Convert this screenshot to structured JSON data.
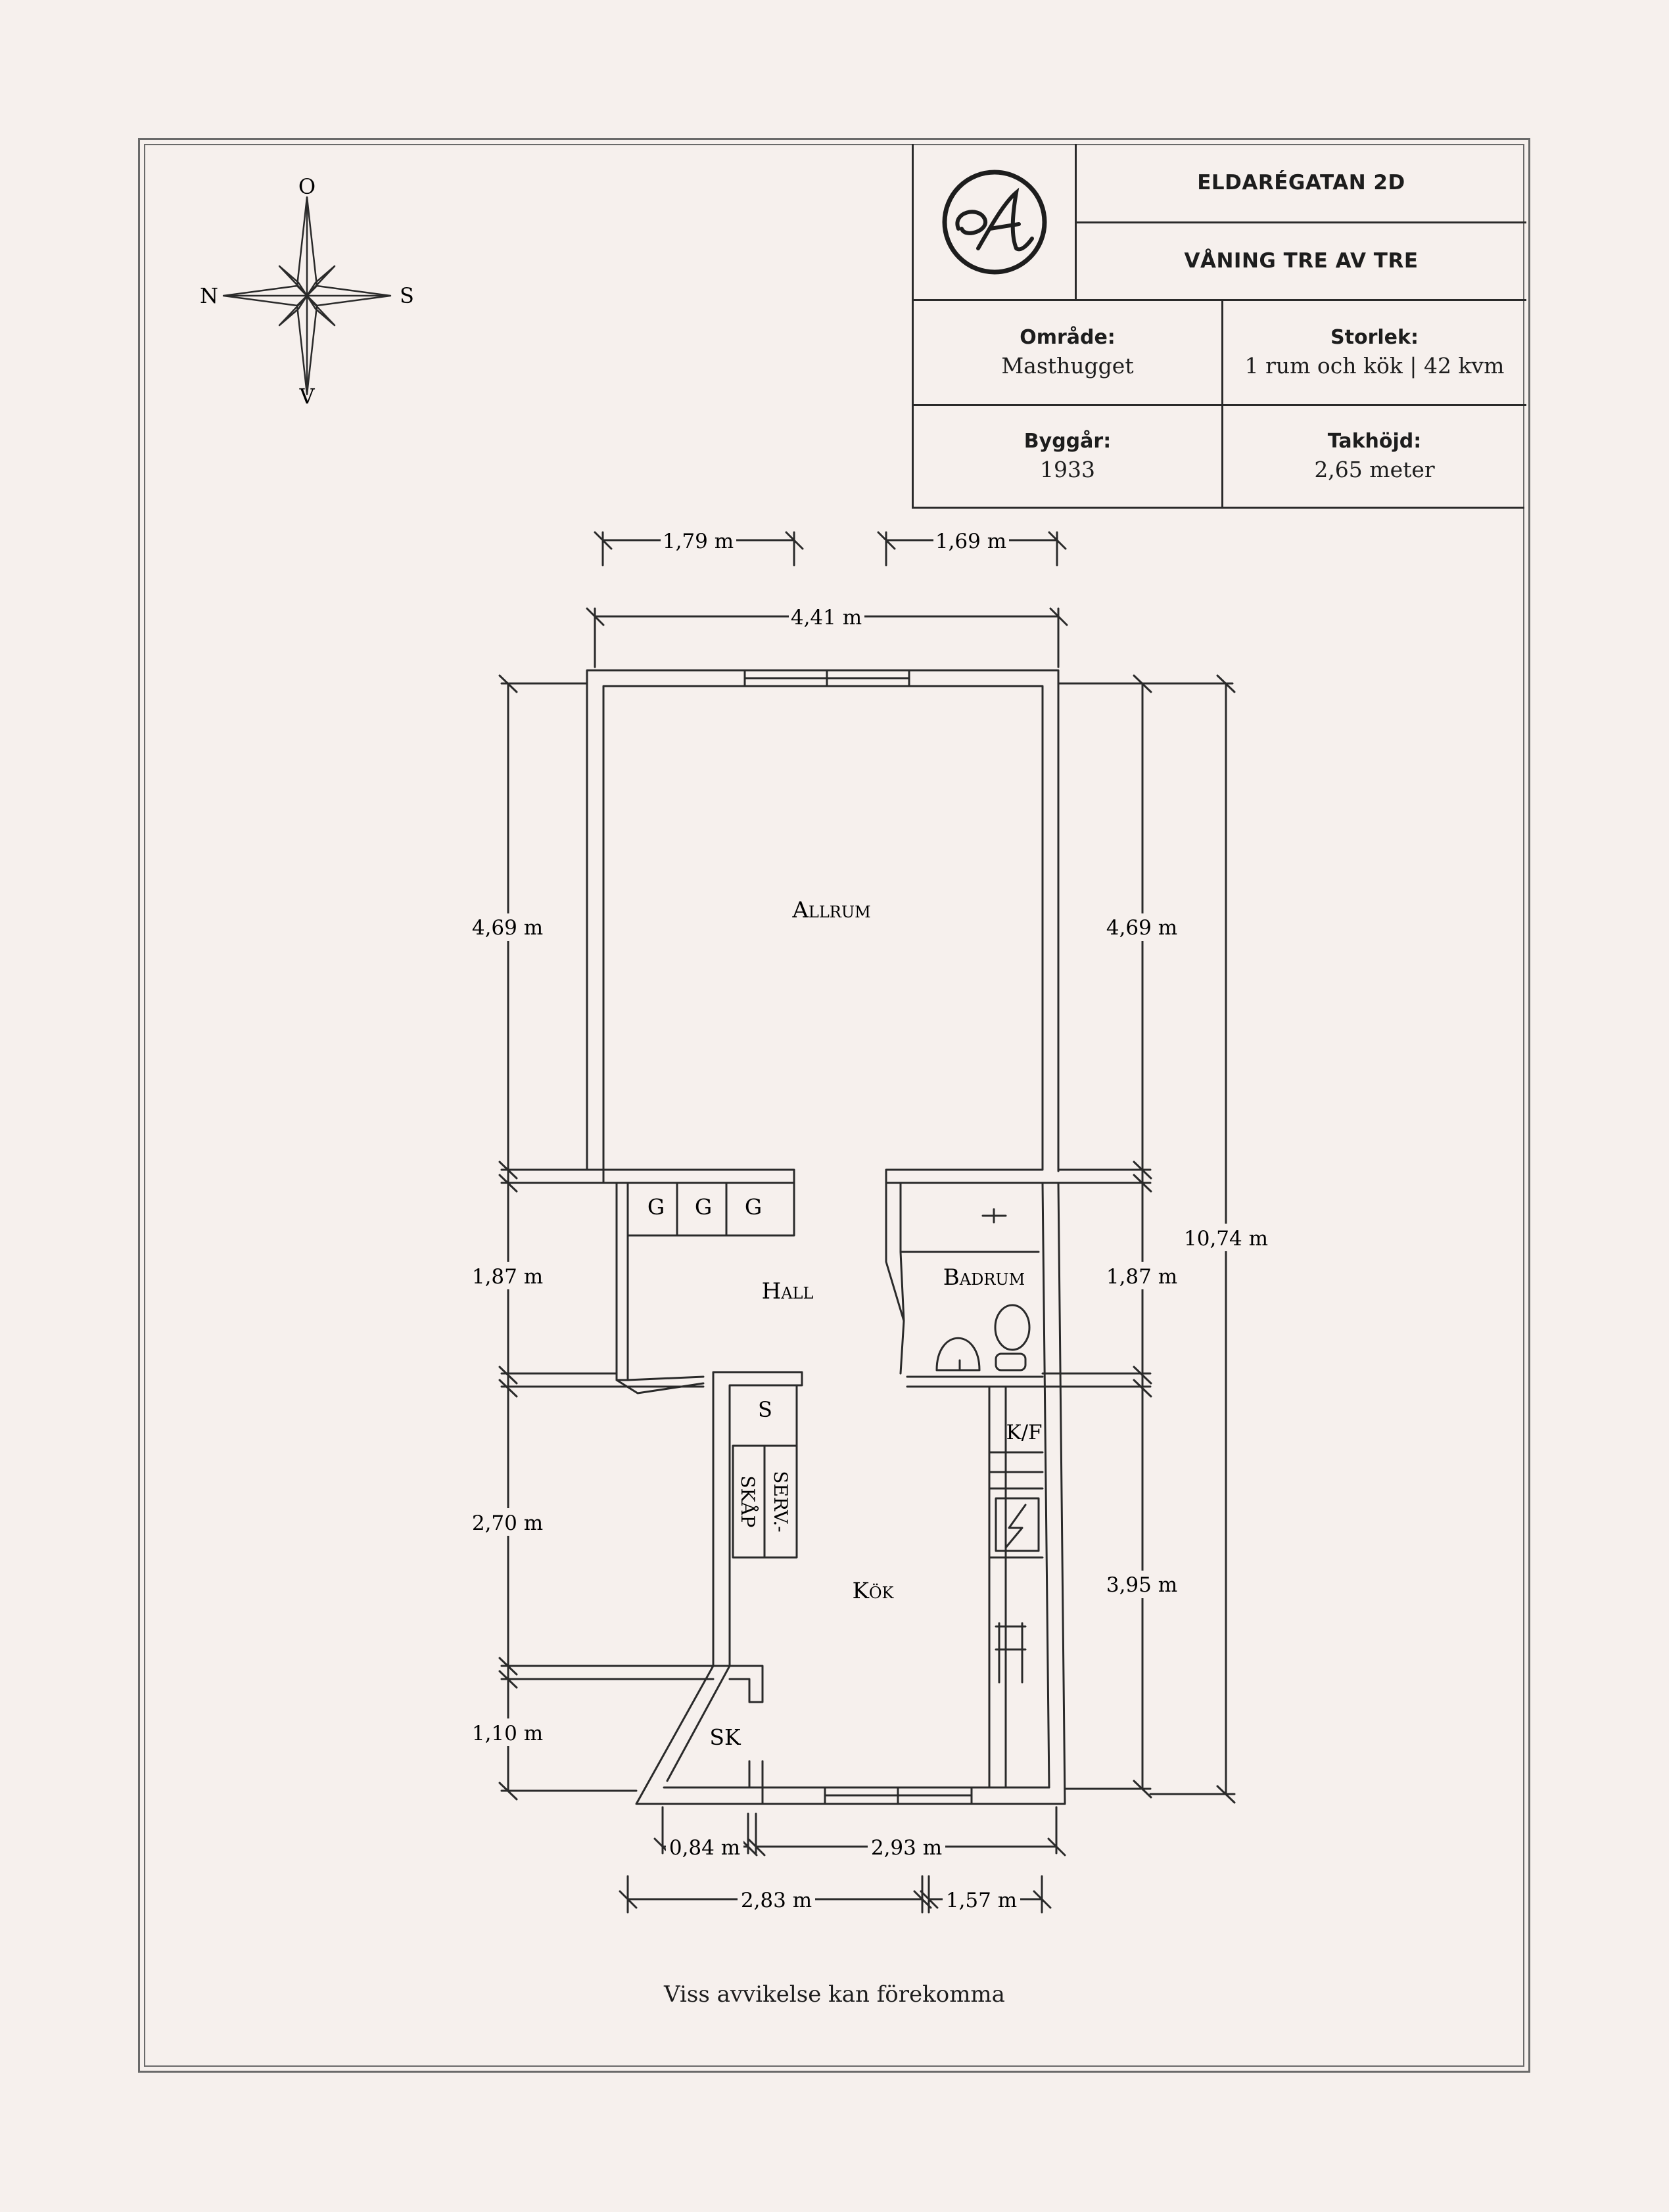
{
  "title_block": {
    "address": "ELDARÉGATAN 2D",
    "floor": "VÅNING TRE AV TRE",
    "area_label": "Område:",
    "area_value": "Masthugget",
    "size_label": "Storlek:",
    "size_value": "1 rum och kök | 42 kvm",
    "year_label": "Byggår:",
    "year_value": "1933",
    "height_label": "Takhöjd:",
    "height_value": "2,65 meter"
  },
  "compass": {
    "top": "Ö",
    "left": "N",
    "right": "S",
    "bottom": "V"
  },
  "rooms": {
    "allrum": "Allrum",
    "hall": "Hall",
    "badrum": "Badrum",
    "kok": "Kök",
    "sk": "SK",
    "g1": "G",
    "g2": "G",
    "g3": "G",
    "s": "S",
    "kf": "K/F",
    "servskap_1": "SERV.-",
    "servskap_2": "SKÅP"
  },
  "dimensions": {
    "top_left": "1,79 m",
    "top_right": "1,69 m",
    "top_total": "4,41 m",
    "left_allrum": "4,69 m",
    "left_hall": "1,87 m",
    "left_kok": "2,70 m",
    "left_sk": "1,10 m",
    "right_allrum": "4,69 m",
    "right_badrum": "1,87 m",
    "right_kok": "3,95 m",
    "total_height": "10,74 m",
    "bottom_sk": "0,84 m",
    "bottom_kok": "2,93 m",
    "bottom_left": "2,83 m",
    "bottom_right": "1,57 m"
  },
  "footer": "Viss avvikelse kan förekomma"
}
